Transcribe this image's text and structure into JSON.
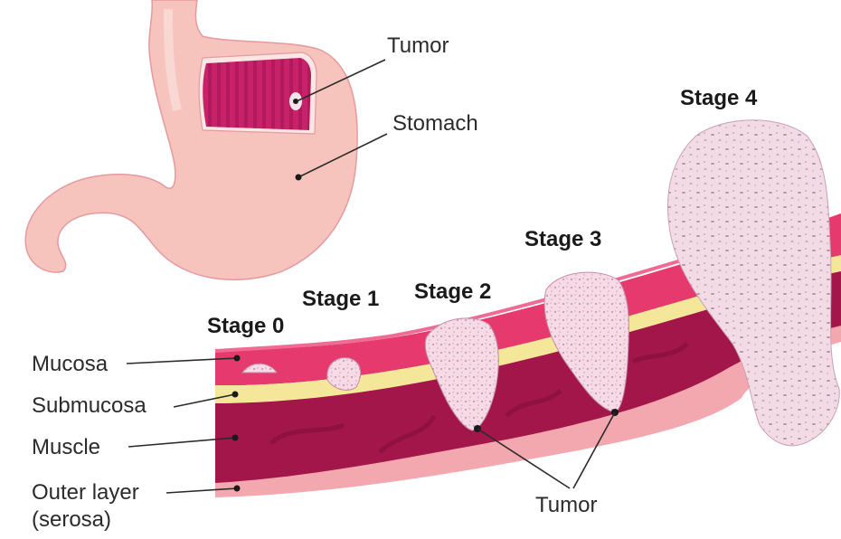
{
  "labels": {
    "tumor_top": "Tumor",
    "stomach": "Stomach",
    "tumor_bottom": "Tumor",
    "mucosa": "Mucosa",
    "submucosa": "Submucosa",
    "muscle": "Muscle",
    "outer_layer_1": "Outer layer",
    "outer_layer_2": "(serosa)"
  },
  "stages": {
    "s0": "Stage 0",
    "s1": "Stage 1",
    "s2": "Stage 2",
    "s3": "Stage 3",
    "s4": "Stage 4"
  },
  "colors": {
    "stomach_skin": "#f6c3bd",
    "stomach_inner": "#c2185b",
    "mucosa": "#e6396e",
    "submucosa": "#f5e79a",
    "muscle": "#a3164a",
    "serosa": "#f3a7ae",
    "tumor": "#f6dbe6"
  }
}
